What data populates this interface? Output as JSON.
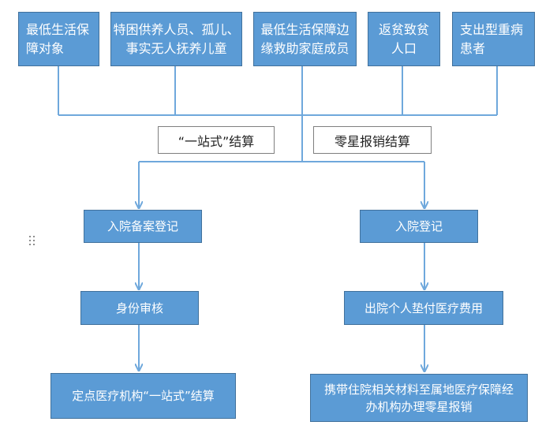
{
  "categories": [
    {
      "text": "最低生活保\n障对象"
    },
    {
      "text": "特困供养人员、孤儿、\n事实无人抚养儿童"
    },
    {
      "text": "最低生活保障边\n缘救助家庭成员"
    },
    {
      "text": "返贫致贫\n人口"
    },
    {
      "text": "支出型重病\n患者"
    }
  ],
  "modes": {
    "one_stop": "“一站式”结算",
    "reimburse": "零星报销结算"
  },
  "left_path": {
    "step1": "入院备案登记",
    "step2": "身份审核",
    "step3": "定点医疗机构“一站式”结算"
  },
  "right_path": {
    "step1": "入院登记",
    "step2": "出院个人垫付医疗费用",
    "step3": "携带住院相关材料至属地医疗保障经\n办机构办理零星报销"
  },
  "colors": {
    "box_fill": "#5b9bd5",
    "box_border": "#41719c",
    "connector": "#6fa8dc"
  },
  "icons": {
    "drag_handle": "grip-dots-icon"
  }
}
